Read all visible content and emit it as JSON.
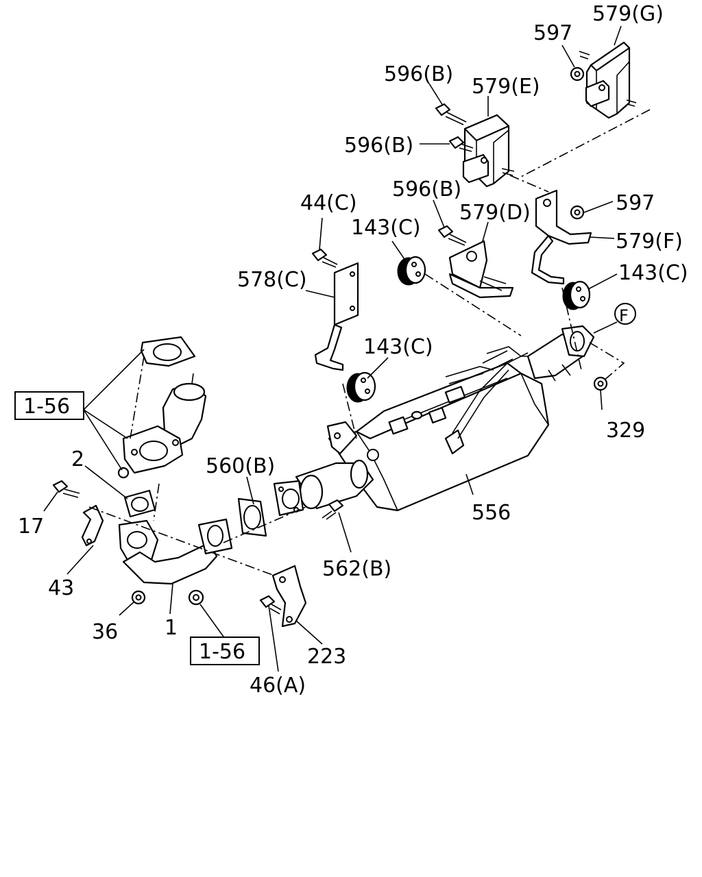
{
  "labels": {
    "l579g": "579(G)",
    "l597a": "597",
    "l596b1": "596(B)",
    "l579e": "579(E)",
    "l596b2": "596(B)",
    "l596b3": "596(B)",
    "l597b": "597",
    "l44c": "44(C)",
    "l143c1": "143(C)",
    "l579d": "579(D)",
    "l579f": "579(F)",
    "l578c": "578(C)",
    "l143c2": "143(C)",
    "l143c3": "143(C)",
    "lF": "F",
    "l329": "329",
    "l156a": "1-56",
    "l2": "2",
    "l560b": "560(B)",
    "l17": "17",
    "l556": "556",
    "l43": "43",
    "l562b": "562(B)",
    "l36": "36",
    "l1": "1",
    "l156b": "1-56",
    "l223": "223",
    "l46a": "46(A)"
  }
}
